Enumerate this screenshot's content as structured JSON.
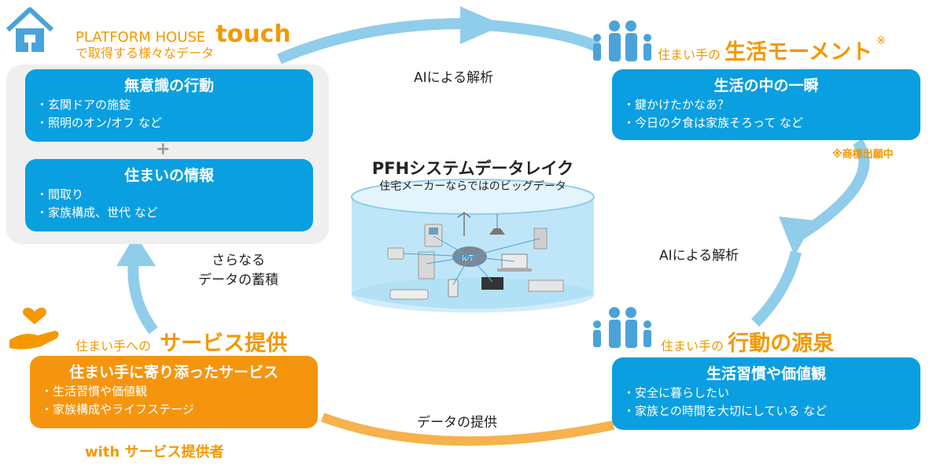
{
  "colors": {
    "blue": "#0a9fe0",
    "orange": "#f5950f",
    "arrow": "#8fcdea",
    "text_orange": "#f39800"
  },
  "top_left": {
    "brand": "PLATFORM HOUSE",
    "brand_big": "touch",
    "subtitle": "で取得する様々なデータ",
    "box1": {
      "title": "無意識の行動",
      "items": [
        "・玄関ドアの施錠",
        "・照明のオン/オフ  など"
      ]
    },
    "plus": "+",
    "box2": {
      "title": "住まいの情報",
      "items": [
        "・間取り",
        "・家族構成、世代  など"
      ]
    }
  },
  "center": {
    "title": "PFHシステムデータレイク",
    "subtitle": "住宅メーカーならではのビッグデータ",
    "iot": "IoT"
  },
  "arrows": {
    "top": "AIによる解析",
    "right": "AIによる解析",
    "bottom": "データの提供",
    "left_line1": "さらなる",
    "left_line2": "データの蓄積"
  },
  "top_right": {
    "prefix": "住まい手の",
    "heading": "生活モーメント",
    "mark": "※",
    "box": {
      "title": "生活の中の一瞬",
      "items": [
        "・鍵かけたかなあ？",
        "・今日の夕食は家族そろって  など"
      ]
    },
    "note": "※商標出願中"
  },
  "bottom_right": {
    "prefix": "住まい手の",
    "heading": "行動の源泉",
    "box": {
      "title": "生活習慣や価値観",
      "items": [
        "・安全に暮らしたい",
        "・家族との時間を大切にしている  など"
      ]
    }
  },
  "bottom_left": {
    "prefix": "住まい手への",
    "heading": "サービス提供",
    "box": {
      "title": "住まい手に寄り添ったサービス",
      "items": [
        "・生活習慣や価値観",
        "・家族構成やライフステージ"
      ]
    },
    "footer": "with  サービス提供者"
  }
}
